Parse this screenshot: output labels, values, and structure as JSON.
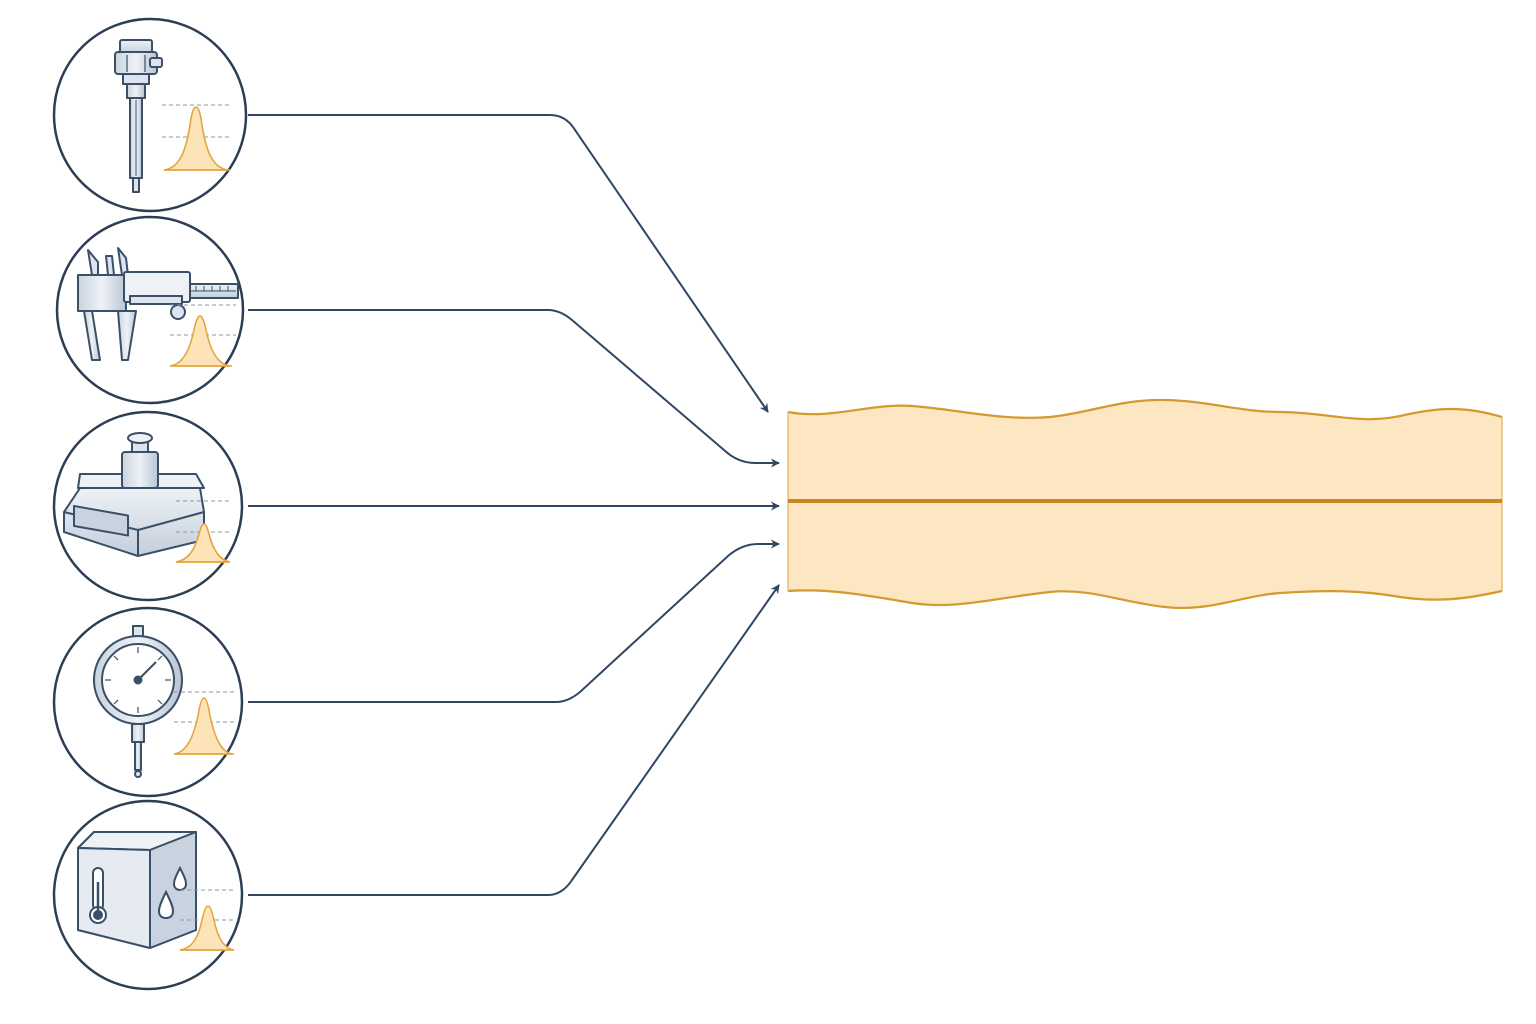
{
  "diagram": {
    "colors": {
      "background": "#ffffff",
      "circle_stroke": "#2c3e54",
      "connector": "#2f4763",
      "instrument_stroke": "#3a4f68",
      "instrument_fill": "#dde4ee",
      "instrument_light": "#f2f5f9",
      "distribution_fill": "#fde4b8",
      "distribution_stroke": "#e3a53f",
      "band_fill": "#fde6c2",
      "band_edge": "#d39a2e",
      "center_line": "#c88a1e"
    },
    "inputs": [
      {
        "id": "temperature-probe",
        "icon": "temperature-probe-icon"
      },
      {
        "id": "caliper",
        "icon": "caliper-icon"
      },
      {
        "id": "weighing-scale",
        "icon": "weighing-scale-icon"
      },
      {
        "id": "dial-indicator",
        "icon": "dial-indicator-icon"
      },
      {
        "id": "environment-block",
        "icon": "environment-block-icon"
      }
    ],
    "output": {
      "id": "combined-uncertainty-band"
    }
  }
}
